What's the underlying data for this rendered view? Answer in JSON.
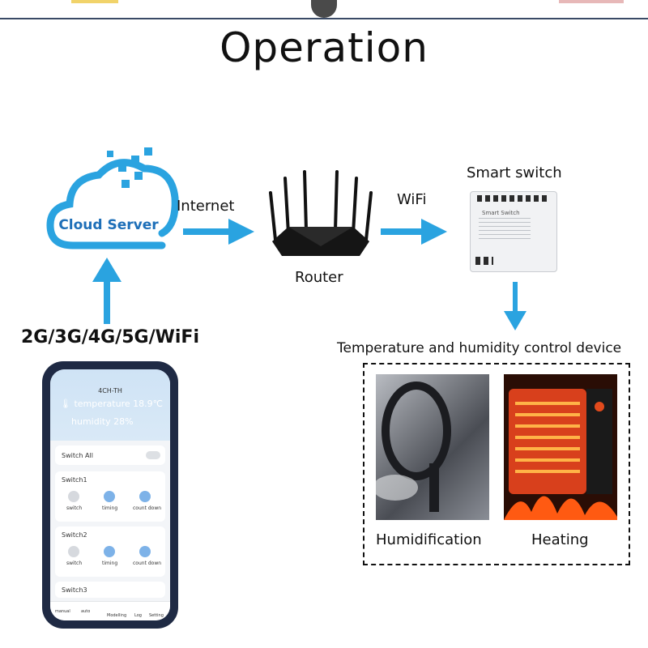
{
  "page": {
    "title": "Operation"
  },
  "nodes": {
    "cloud_label": "Cloud Server",
    "router_label": "Router",
    "switch_title": "Smart switch",
    "switch_face_text": "Smart Switch"
  },
  "edges": {
    "internet": "Internet",
    "wifi": "WiFi",
    "mobile": "2G/3G/4G/5G/WiFi"
  },
  "devices": {
    "group_title": "Temperature and humidity control device",
    "humidification": "Humidification",
    "heating": "Heating"
  },
  "phone": {
    "device_name": "4CH-TH",
    "temperature_label": "temperature",
    "temperature_value": "18.9℃",
    "humidity_label": "humidity",
    "humidity_value": "28%",
    "switch_all": "Switch All",
    "switches": [
      "Switch1",
      "Switch2",
      "Switch3"
    ],
    "actions": [
      "switch",
      "timing",
      "count down"
    ],
    "tabs": [
      "manual",
      "auto",
      "Modelling",
      "Log",
      "Setting"
    ]
  },
  "colors": {
    "accent_blue": "#2aa3e0",
    "cloud_text": "#1e6fb8"
  }
}
